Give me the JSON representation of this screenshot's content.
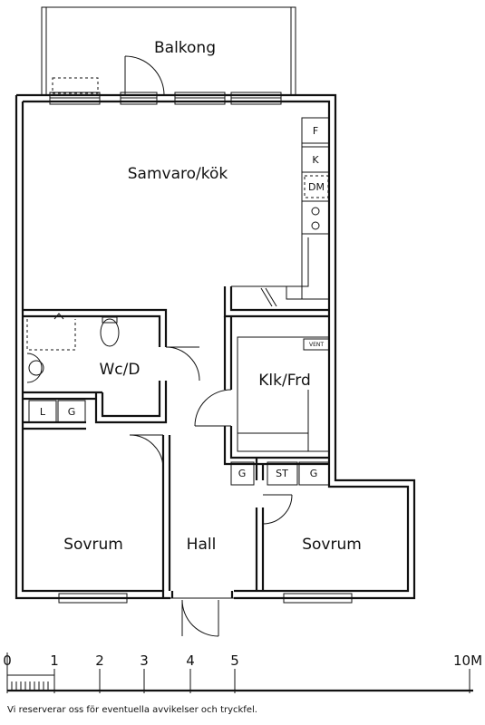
{
  "rooms": {
    "balcony": "Balkong",
    "living_kitchen": "Samvaro/kök",
    "wc": "Wc/D",
    "closet": "Klk/Frd",
    "bedroom_left": "Sovrum",
    "hall": "Hall",
    "bedroom_right": "Sovrum"
  },
  "fixtures": {
    "fridge": "F",
    "freezer": "K",
    "dishwasher": "DM",
    "vent": "VENT",
    "laundry_l": "L",
    "laundry_g": "G",
    "hall_wardrobe_g": "G",
    "storage_st": "ST",
    "storage_g": "G"
  },
  "scale": {
    "ticks": [
      "0",
      "1",
      "2",
      "3",
      "4",
      "5",
      "10M"
    ]
  },
  "disclaimer": "Vi reserverar oss för eventuella avvikelser och tryckfel."
}
